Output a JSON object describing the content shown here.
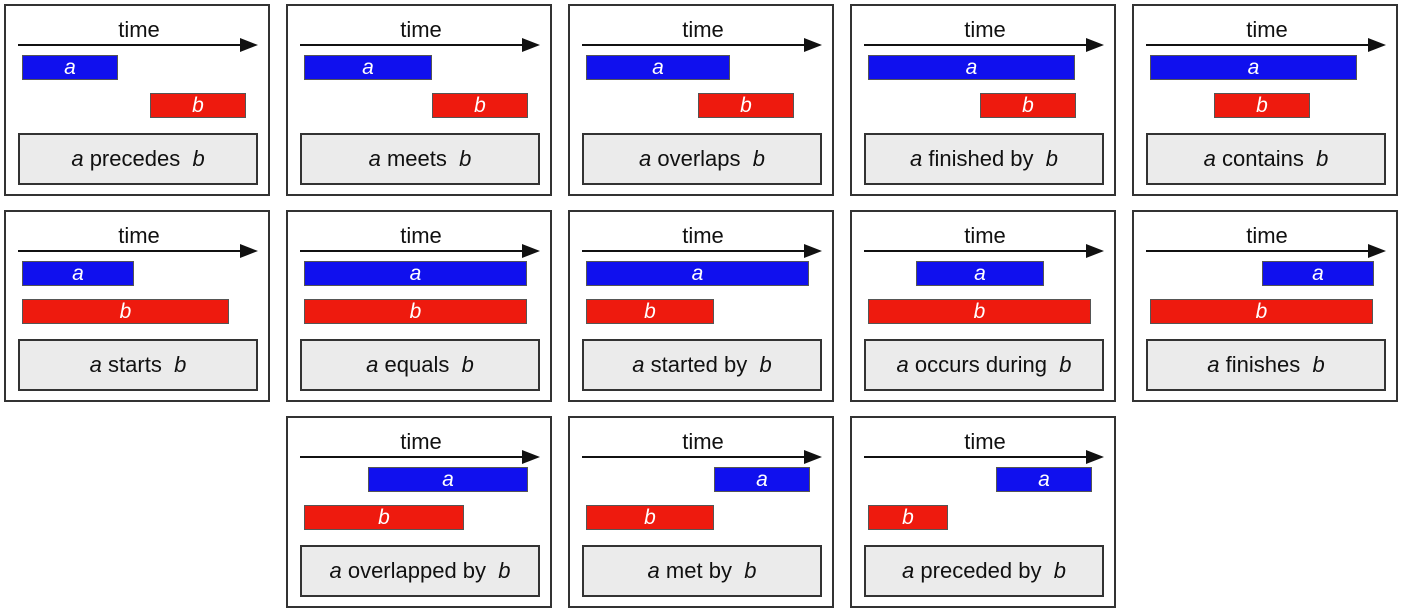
{
  "diagram": {
    "time_label": "time",
    "colors": {
      "a": "#1010ee",
      "b": "#ee1a0e",
      "caption_bg": "#ebebeb",
      "border": "#333333"
    },
    "relations": [
      {
        "a_label": "a",
        "b_label": "b",
        "relation": "precedes",
        "a_start": 0.06,
        "a_end": 0.42,
        "b_start": 0.54,
        "b_end": 0.9
      },
      {
        "a_label": "a",
        "b_label": "b",
        "relation": "meets",
        "a_start": 0.06,
        "a_end": 0.54,
        "b_start": 0.54,
        "b_end": 0.9
      },
      {
        "a_label": "a",
        "b_label": "b",
        "relation": "overlaps",
        "a_start": 0.06,
        "a_end": 0.6,
        "b_start": 0.48,
        "b_end": 0.84
      },
      {
        "a_label": "a",
        "b_label": "b",
        "relation": "finished by",
        "a_start": 0.06,
        "a_end": 0.84,
        "b_start": 0.48,
        "b_end": 0.84
      },
      {
        "a_label": "a",
        "b_label": "b",
        "relation": "contains",
        "a_start": 0.06,
        "a_end": 0.84,
        "b_start": 0.3,
        "b_end": 0.66
      },
      {
        "a_label": "a",
        "b_label": "b",
        "relation": "starts",
        "a_start": 0.06,
        "a_end": 0.48,
        "b_start": 0.06,
        "b_end": 0.84
      },
      {
        "a_label": "a",
        "b_label": "b",
        "relation": "equals",
        "a_start": 0.06,
        "a_end": 0.9,
        "b_start": 0.06,
        "b_end": 0.9
      },
      {
        "a_label": "a",
        "b_label": "b",
        "relation": "started by",
        "a_start": 0.06,
        "a_end": 0.9,
        "b_start": 0.06,
        "b_end": 0.54
      },
      {
        "a_label": "a",
        "b_label": "b",
        "relation": "occurs during",
        "a_start": 0.24,
        "a_end": 0.72,
        "b_start": 0.06,
        "b_end": 0.9
      },
      {
        "a_label": "a",
        "b_label": "b",
        "relation": "finishes",
        "a_start": 0.48,
        "a_end": 0.9,
        "b_start": 0.06,
        "b_end": 0.9
      },
      {
        "a_label": "a",
        "b_label": "b",
        "relation": "overlapped by",
        "a_start": 0.3,
        "a_end": 0.9,
        "b_start": 0.06,
        "b_end": 0.66
      },
      {
        "a_label": "a",
        "b_label": "b",
        "relation": "met by",
        "a_start": 0.54,
        "a_end": 0.9,
        "b_start": 0.06,
        "b_end": 0.54
      },
      {
        "a_label": "a",
        "b_label": "b",
        "relation": "preceded by",
        "a_start": 0.54,
        "a_end": 0.9,
        "b_start": 0.06,
        "b_end": 0.36
      }
    ]
  }
}
